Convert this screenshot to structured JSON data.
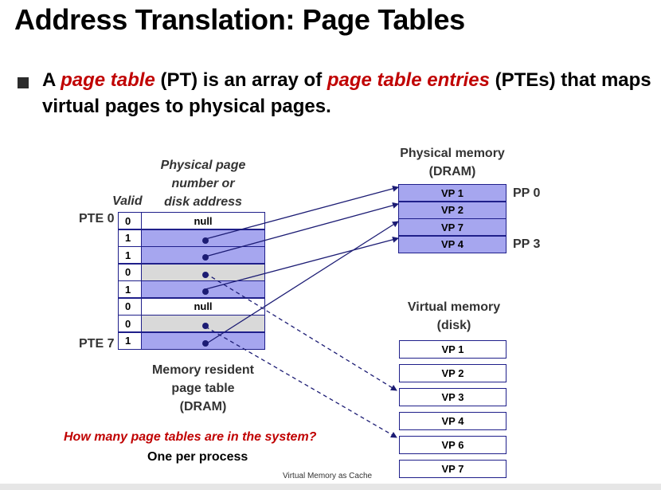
{
  "title": "Address Translation: Page Tables",
  "bullet": {
    "parts": [
      {
        "text": "A ",
        "style": "normal"
      },
      {
        "text": "page table",
        "style": "red"
      },
      {
        "text": " (PT) is an array of ",
        "style": "normal"
      },
      {
        "text": "page table entries",
        "style": "red"
      },
      {
        "text": " (PTEs) that maps virtual pages to physical pages.",
        "style": "normal"
      }
    ]
  },
  "page_table": {
    "col_valid": "Valid",
    "col_ppn": [
      "Physical page",
      "number or",
      "disk address"
    ],
    "pte_first_label": "PTE 0",
    "pte_last_label": "PTE 7",
    "rows": [
      {
        "valid": "0",
        "entry": "null",
        "fill": "white"
      },
      {
        "valid": "1",
        "entry": "",
        "fill": "blue"
      },
      {
        "valid": "1",
        "entry": "",
        "fill": "blue"
      },
      {
        "valid": "0",
        "entry": "",
        "fill": "gray"
      },
      {
        "valid": "1",
        "entry": "",
        "fill": "blue"
      },
      {
        "valid": "0",
        "entry": "null",
        "fill": "white"
      },
      {
        "valid": "0",
        "entry": "",
        "fill": "gray"
      },
      {
        "valid": "1",
        "entry": "",
        "fill": "blue"
      }
    ],
    "caption": [
      "Memory resident",
      "page table",
      "(DRAM)"
    ]
  },
  "physical_memory": {
    "title": [
      "Physical memory",
      "(DRAM)"
    ],
    "pages": [
      "VP 1",
      "VP 2",
      "VP 7",
      "VP 4"
    ],
    "pp_first": "PP 0",
    "pp_last": "PP 3"
  },
  "virtual_memory": {
    "title": [
      "Virtual memory",
      "(disk)"
    ],
    "pages": [
      "VP 1",
      "VP 2",
      "VP 3",
      "VP 4",
      "VP 6",
      "VP 7"
    ]
  },
  "question": "How many page tables are in the system?",
  "answer": "One per process",
  "footer": "Virtual Memory as Cache",
  "colors": {
    "accent_red": "#c00000",
    "navy": "#1c1c74",
    "pte_blue": "#a6a6ef",
    "pte_gray": "#d9d9d9"
  }
}
